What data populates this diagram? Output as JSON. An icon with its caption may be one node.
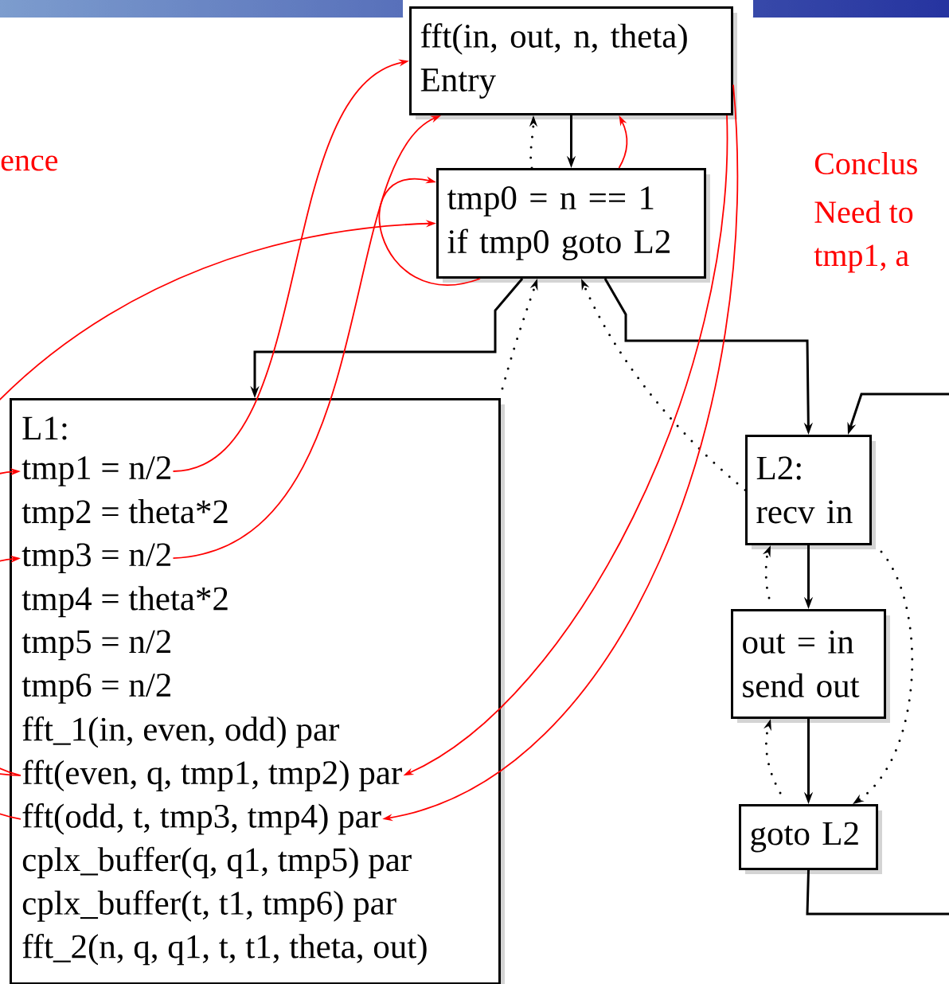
{
  "diagram": {
    "nodes": [
      {
        "text": [
          "fft(in, out, n, theta)",
          "Entry"
        ]
      },
      {
        "text": [
          "tmp0 = n == 1",
          "if tmp0 goto L2"
        ]
      },
      {
        "text": [
          "L1:"
        ]
      },
      {
        "text": [
          "tmp1 = n/2"
        ],
        "in": 2
      },
      {
        "text": [
          "tmp2 = theta*2"
        ],
        "in": 2
      },
      {
        "text": [
          "tmp3 = n/2"
        ],
        "in": 2
      },
      {
        "text": [
          "tmp4 = theta*2"
        ],
        "in": 2
      },
      {
        "text": [
          "tmp5 = n/2"
        ],
        "in": 2
      },
      {
        "text": [
          "tmp6 = n/2"
        ],
        "in": 2
      },
      {
        "text": [
          "fft_1(in, even, odd) par"
        ],
        "in": 2
      },
      {
        "text": [
          "fft(even, q, tmp1, tmp2) par"
        ],
        "in": 2
      },
      {
        "text": [
          "fft(odd, t, tmp3, tmp4) par"
        ],
        "in": 2
      },
      {
        "text": [
          "cplx_buffer(q, q1, tmp5) par"
        ],
        "in": 2
      },
      {
        "text": [
          "cplx_buffer(t, t1, tmp6) par"
        ],
        "in": 2
      },
      {
        "text": [
          "fft_2(n, q, q1, t, t1, theta, out)"
        ],
        "in": 2
      },
      {
        "text": [
          "L2:",
          "recv in"
        ]
      },
      {
        "text": [
          "out = in",
          "send out"
        ]
      },
      {
        "text": [
          "goto L2"
        ]
      }
    ],
    "edges": [
      {
        "from": 0,
        "to": 1,
        "arrow": "to"
      },
      {
        "from": 1,
        "to": 2,
        "arrow": "to"
      },
      {
        "from": 1,
        "to": 15,
        "arrow": "to"
      },
      {
        "from": 15,
        "to": 16,
        "arrow": "to"
      },
      {
        "from": 16,
        "to": 17,
        "arrow": "to"
      },
      {
        "from": 17,
        "to": 15,
        "arrow": "to"
      },
      {
        "from": 1,
        "to": 0,
        "arrow": "to",
        "style": "dashed"
      },
      {
        "from": 2,
        "to": 1,
        "arrow": "to",
        "style": "dashed"
      },
      {
        "from": 15,
        "to": 1,
        "arrow": "to",
        "style": "dashed"
      },
      {
        "from": 16,
        "to": 15,
        "arrow": "to",
        "style": "dashed"
      },
      {
        "from": 17,
        "to": 16,
        "arrow": "to",
        "style": "dashed"
      },
      {
        "from": 15,
        "to": 17,
        "arrow": "to",
        "style": "dashed"
      },
      {
        "from": 3,
        "to": 0,
        "arrow": "to",
        "color": "#ff0000"
      },
      {
        "from": 5,
        "to": 0,
        "arrow": "to",
        "color": "#ff0000"
      },
      {
        "from": 1,
        "to": 0,
        "arrow": "to",
        "color": "#ff0000"
      },
      {
        "from": 0,
        "to": 10,
        "arrow": "to",
        "color": "#ff0000"
      },
      {
        "from": 0,
        "to": 11,
        "arrow": "to",
        "color": "#ff0000"
      },
      {
        "from": 1,
        "to": 1,
        "arrow": "to",
        "color": "#ff0000"
      },
      {
        "from": 10,
        "to": 3,
        "arrow": "to",
        "color": "#ff0000"
      },
      {
        "from": 11,
        "to": 5,
        "arrow": "to",
        "color": "#ff0000"
      },
      {
        "from": 10,
        "to": 1,
        "arrow": "to",
        "color": "#ff0000"
      }
    ],
    "labels": [
      "ence",
      "Conclus",
      "Need to",
      "tmp1, a"
    ]
  }
}
